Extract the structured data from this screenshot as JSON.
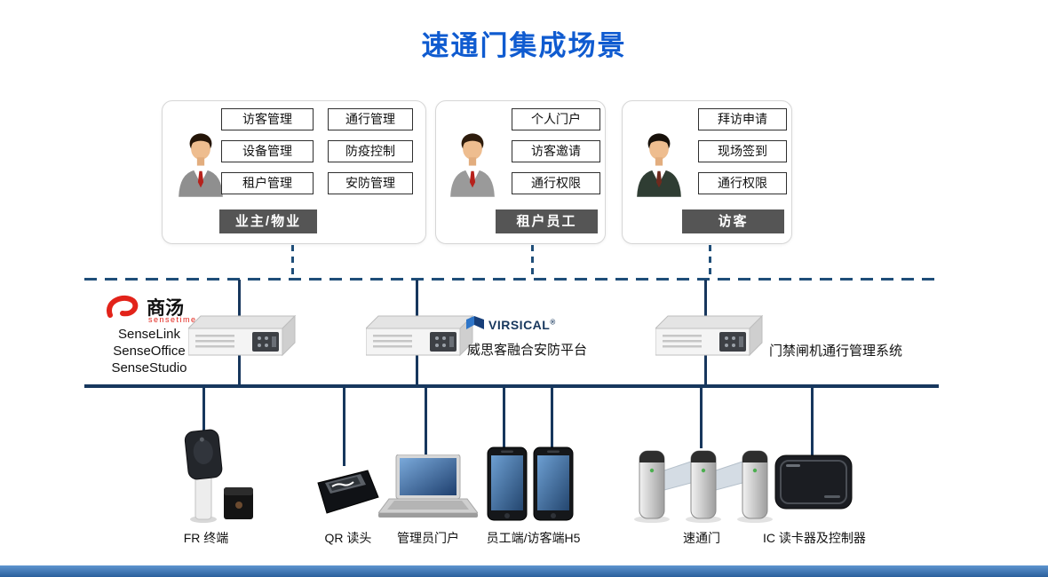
{
  "title": "速通门集成场景",
  "groups": [
    {
      "label": "业主/物业",
      "tags": [
        "访客管理",
        "通行管理",
        "设备管理",
        "防疫控制",
        "租户管理",
        "安防管理"
      ]
    },
    {
      "label": "租户员工",
      "tags": [
        "个人门户",
        "访客邀请",
        "通行权限"
      ]
    },
    {
      "label": "访客",
      "tags": [
        "拜访申请",
        "现场签到",
        "通行权限"
      ]
    }
  ],
  "platforms": {
    "sensetime": {
      "name": "商汤",
      "sub": "sensetime",
      "products": [
        "SenseLink",
        "SenseOffice",
        "SenseStudio"
      ]
    },
    "virsical": {
      "name": "VIRSICAL",
      "reg": "®",
      "caption": "威思客融合安防平台"
    },
    "gate": {
      "caption": "门禁闸机通行管理系统"
    }
  },
  "devices": [
    "FR 终端",
    "QR 读头",
    "管理员门户",
    "员工端/访客端H5",
    "速通门",
    "IC 读卡器及控制器"
  ],
  "colors": {
    "title_blue": "#0f5bd0",
    "line_navy": "#17375d",
    "dash_navy": "#1f4e79",
    "label_gray": "#555555",
    "brand_red": "#e2231a",
    "virsical_blue": "#2e75c8"
  }
}
